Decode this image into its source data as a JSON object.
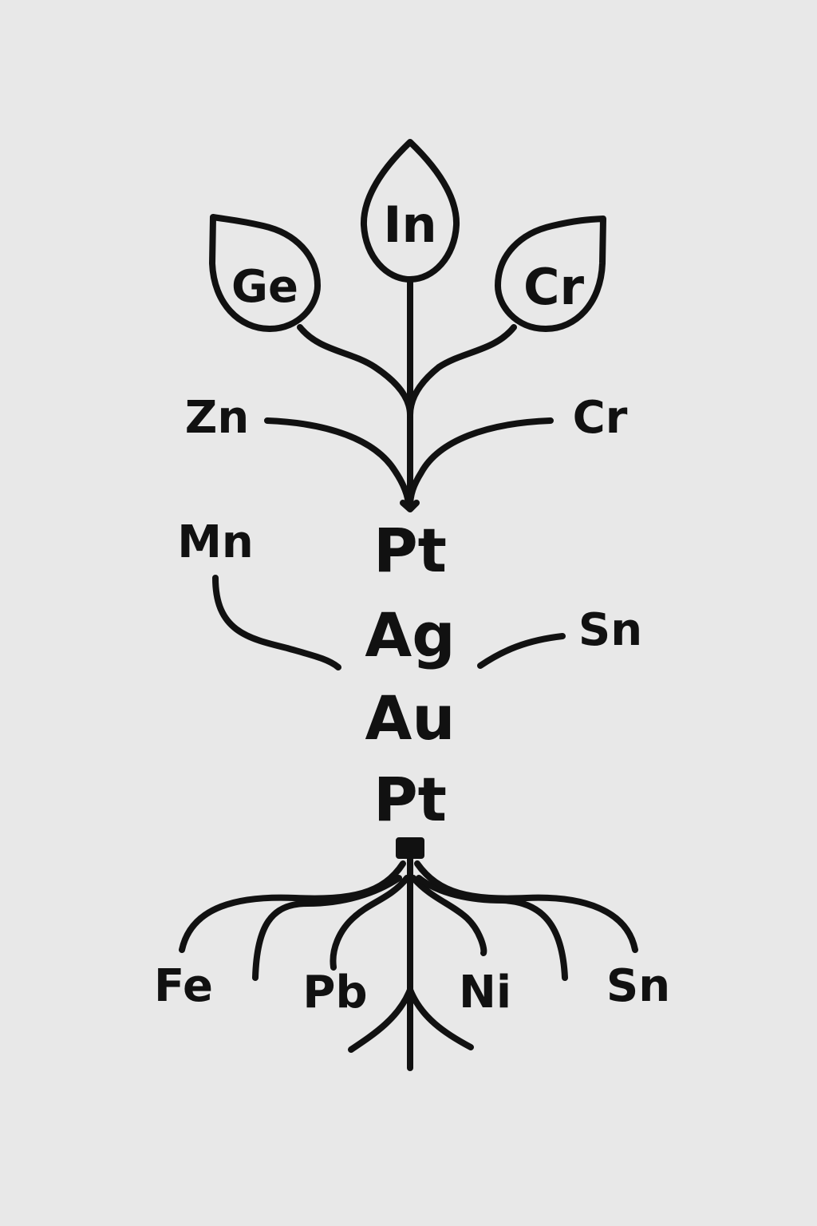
{
  "leaves": {
    "left": "Ge",
    "top": "In",
    "right": "Cr"
  },
  "branches": {
    "left": "Zn",
    "right": "Cr"
  },
  "side": {
    "left": "Mn",
    "right": "Sn"
  },
  "trunk": [
    "Pt",
    "Ag",
    "Au",
    "Pt"
  ],
  "roots": [
    "Fe",
    "Pb",
    "Ni",
    "Sn"
  ],
  "colors": {
    "ink": "#111111",
    "background": "#e8e8e8"
  }
}
